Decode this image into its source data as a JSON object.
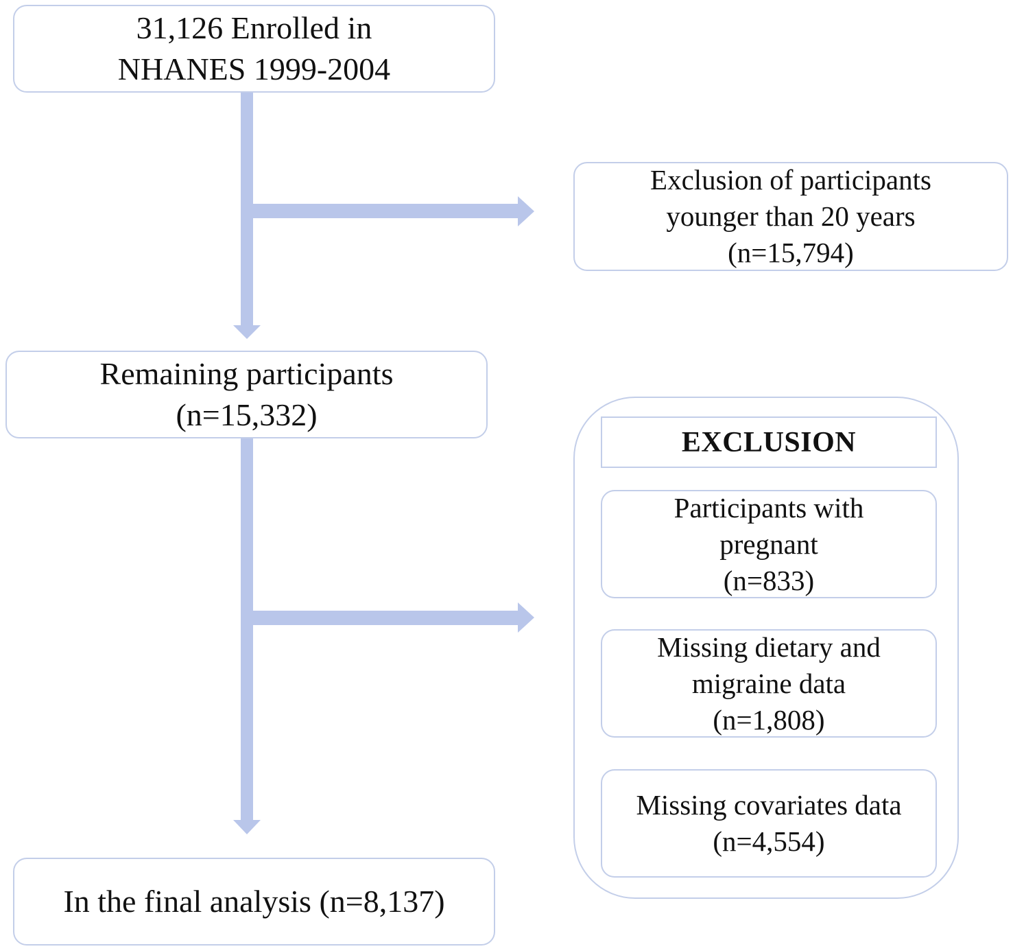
{
  "boxes": {
    "enrolled": {
      "line1": "31,126 Enrolled in",
      "line2": "NHANES 1999-2004"
    },
    "exclusion_age": {
      "line1": "Exclusion of participants",
      "line2": "younger than 20 years",
      "line3": "(n=15,794)"
    },
    "remaining": {
      "line1": "Remaining participants",
      "line2": "(n=15,332)"
    },
    "final": {
      "line1": "In the final analysis (n=8,137)"
    }
  },
  "exclusion_group": {
    "header": "EXCLUSION",
    "items": [
      {
        "line1": "Participants with",
        "line2": "pregnant",
        "line3": "(n=833)"
      },
      {
        "line1": "Missing dietary and",
        "line2": "migraine data",
        "line3": "(n=1,808)"
      },
      {
        "line1": "Missing covariates data",
        "line2": "(n=4,554)"
      }
    ]
  },
  "colors": {
    "box_border": "#c3cee9",
    "arrow": "#b9c6ea",
    "text": "#111111"
  }
}
